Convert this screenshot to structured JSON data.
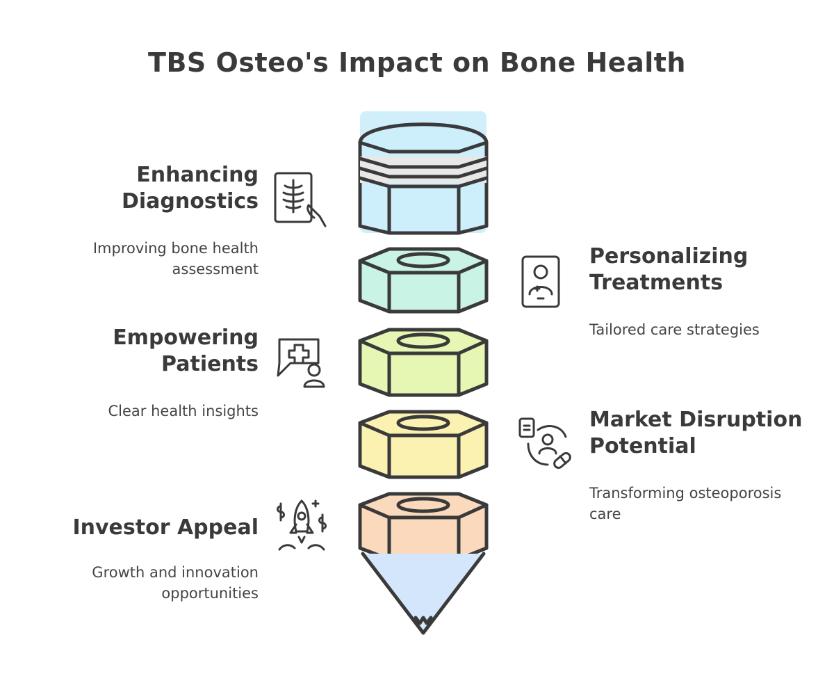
{
  "title": "TBS Osteo's Impact on Bone Health",
  "items": {
    "diagnostics": {
      "heading": "Enhancing\nDiagnostics",
      "description": "Improving bone health\nassessment",
      "icon": "xray-icon"
    },
    "treatments": {
      "heading": "Personalizing\nTreatments",
      "description": "Tailored care strategies",
      "icon": "doctor-card-icon"
    },
    "patients": {
      "heading": "Empowering\nPatients",
      "description": "Clear health insights",
      "icon": "patient-chat-icon"
    },
    "market": {
      "heading": "Market Disruption\nPotential",
      "description": "Transforming osteoporosis\ncare",
      "icon": "patient-cycle-icon"
    },
    "investor": {
      "heading": "Investor Appeal",
      "description": "Growth and innovation\nopportunities",
      "icon": "rocket-icon"
    }
  },
  "colors": {
    "cap": "#cdeefb",
    "nut1": "#c9f3e4",
    "nut2": "#e6f7b4",
    "nut3": "#fbf2b2",
    "nut4": "#fbd9bd",
    "tip": "#d4e6fb",
    "stroke": "#3a3a3a"
  }
}
